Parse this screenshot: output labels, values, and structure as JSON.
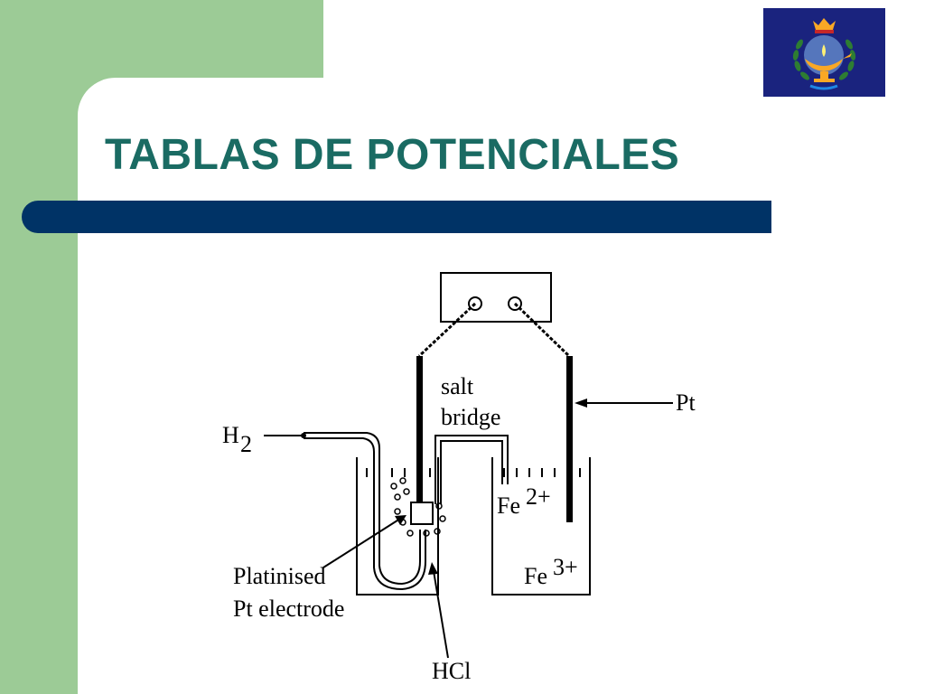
{
  "slide": {
    "title": "TABLAS DE POTENCIALES"
  },
  "logo": {
    "icon": "crest-lamp-icon",
    "background_color": "#1a237e"
  },
  "colors": {
    "accent_green": "#9ccb96",
    "title_color": "#1a6b63",
    "bar_color": "#003366"
  },
  "diagram": {
    "labels": {
      "h2_main": "H",
      "h2_sub": "2",
      "salt": "salt",
      "bridge": "bridge",
      "pt": "Pt",
      "fe2_main": "Fe",
      "fe2_sup": "2+",
      "fe3_main": "Fe",
      "fe3_sup": "3+",
      "platinised": "Platinised",
      "pt_electrode": "Pt electrode",
      "hcl": "HCl"
    }
  }
}
